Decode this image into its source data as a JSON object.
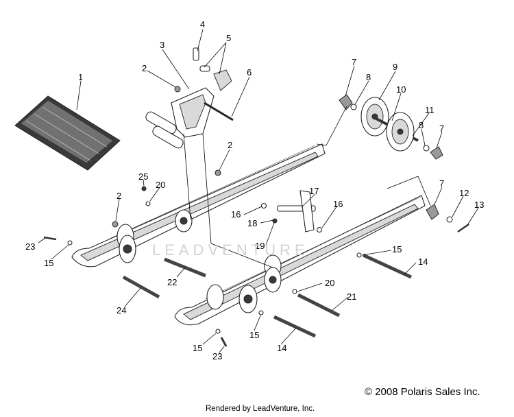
{
  "copyright": "© 2008 Polaris Sales Inc.",
  "rendered_by": "Rendered by LeadVenture, Inc.",
  "watermark": "LEADVENTURE",
  "callouts": [
    {
      "id": "c1",
      "label": "1"
    },
    {
      "id": "c2a",
      "label": "2"
    },
    {
      "id": "c2b",
      "label": "2"
    },
    {
      "id": "c2c",
      "label": "2"
    },
    {
      "id": "c3",
      "label": "3"
    },
    {
      "id": "c4",
      "label": "4"
    },
    {
      "id": "c5",
      "label": "5"
    },
    {
      "id": "c6",
      "label": "6"
    },
    {
      "id": "c7a",
      "label": "7"
    },
    {
      "id": "c7b",
      "label": "7"
    },
    {
      "id": "c7c",
      "label": "7"
    },
    {
      "id": "c8a",
      "label": "8"
    },
    {
      "id": "c8b",
      "label": "8"
    },
    {
      "id": "c9",
      "label": "9"
    },
    {
      "id": "c10",
      "label": "10"
    },
    {
      "id": "c11",
      "label": "11"
    },
    {
      "id": "c12",
      "label": "12"
    },
    {
      "id": "c13",
      "label": "13"
    },
    {
      "id": "c14a",
      "label": "14"
    },
    {
      "id": "c14b",
      "label": "14"
    },
    {
      "id": "c15a",
      "label": "15"
    },
    {
      "id": "c15b",
      "label": "15"
    },
    {
      "id": "c15c",
      "label": "15"
    },
    {
      "id": "c15d",
      "label": "15"
    },
    {
      "id": "c16a",
      "label": "16"
    },
    {
      "id": "c16b",
      "label": "16"
    },
    {
      "id": "c17",
      "label": "17"
    },
    {
      "id": "c18",
      "label": "18"
    },
    {
      "id": "c19",
      "label": "19"
    },
    {
      "id": "c20a",
      "label": "20"
    },
    {
      "id": "c20b",
      "label": "20"
    },
    {
      "id": "c21",
      "label": "21"
    },
    {
      "id": "c22",
      "label": "22"
    },
    {
      "id": "c23a",
      "label": "23"
    },
    {
      "id": "c23b",
      "label": "23"
    },
    {
      "id": "c24",
      "label": "24"
    },
    {
      "id": "c25",
      "label": "25"
    }
  ]
}
